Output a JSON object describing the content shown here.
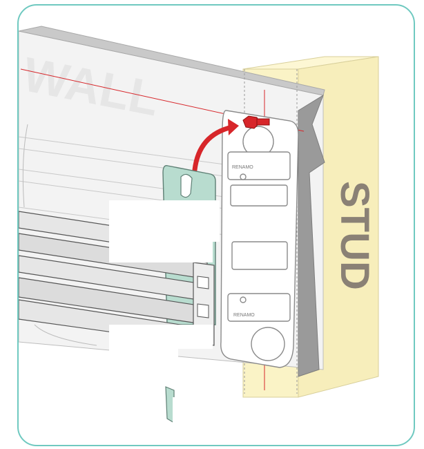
{
  "labels": {
    "wall": "WALL",
    "stud": "STUD",
    "bracket_brand_top": "RENAMO",
    "bracket_brand_bottom": "RENAMO"
  },
  "icons": {
    "screw": "hex-screw-icon",
    "arrow": "curved-arrow-icon"
  },
  "colors": {
    "frame_border": "#6fc9c0",
    "wall_face": "#f2f2f2",
    "wall_top_edge": "#cfcfcf",
    "stud_fill": "#faf3c6",
    "stud_text": "#8a8175",
    "wall_text": "#ececec",
    "screw": "#d7262a",
    "arrow": "#d7262a",
    "guide_line": "#d7262a",
    "hanger_plate": "#b8dccf",
    "rail": "#e4e4e4"
  }
}
